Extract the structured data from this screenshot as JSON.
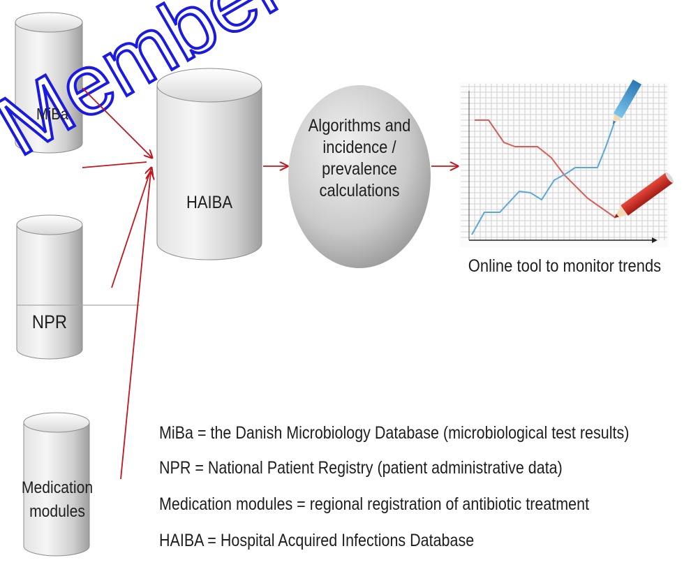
{
  "watermark": {
    "text": "Member"
  },
  "sources": [
    {
      "id": "miba",
      "label": "MiBa"
    },
    {
      "id": "npr",
      "label": "NPR"
    },
    {
      "id": "medication",
      "label_lines": [
        "Medication",
        "modules"
      ]
    }
  ],
  "database": {
    "label": "HAIBA"
  },
  "process": {
    "label_lines": [
      "Algorithms and",
      "incidence /",
      "prevalence",
      "calculations"
    ]
  },
  "output": {
    "caption": "Online tool to monitor trends"
  },
  "legend": [
    "MiBa = the Danish Microbiology Database (microbiological test results)",
    "NPR = National Patient Registry (patient administrative data)",
    "Medication modules = regional registration of antibiotic treatment",
    "HAIBA = Hospital Acquired Infections Database"
  ],
  "colors": {
    "arrow": "#c4141c",
    "cylinder_light": "#f4f4f4",
    "cylinder_dark": "#9a9a9a",
    "watermark": "#1a1ae0",
    "trend_red": "#d4605a",
    "trend_blue": "#5aa8d4",
    "grid": "#b8b8b8"
  },
  "icons": [
    "blue-pencil-icon",
    "red-pencil-icon"
  ]
}
